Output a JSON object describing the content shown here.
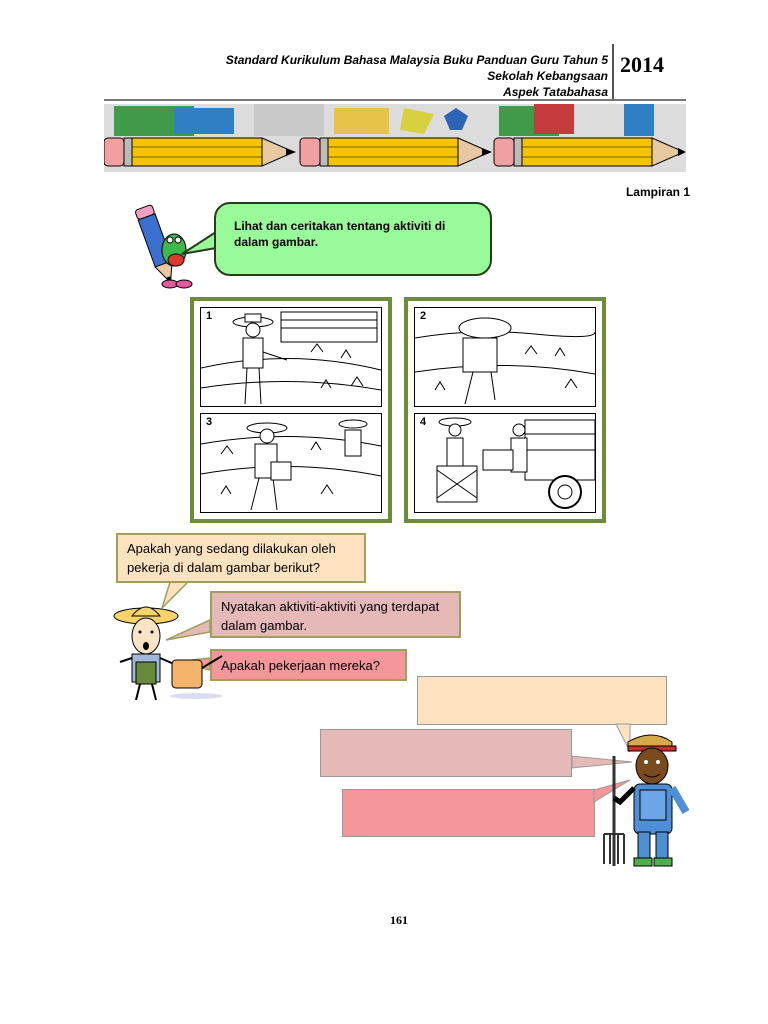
{
  "header": {
    "line1": "Standard Kurikulum Bahasa Malaysia Buku Panduan Guru Tahun 5",
    "line2": "Sekolah Kebangsaan",
    "line3": "Aspek Tatabahasa",
    "year": "2014"
  },
  "lampiran": "Lampiran 1",
  "instruction": "Lihat dan ceritakan tentang  aktiviti di dalam gambar.",
  "panels": [
    "1",
    "2",
    "3",
    "4"
  ],
  "questions": {
    "q1": "Apakah yang sedang dilakukan oleh pekerja di dalam gambar berikut?",
    "q2": "Nyatakan aktiviti-aktiviti yang terdapat dalam gambar.",
    "q3": "Apakah pekerjaan mereka?"
  },
  "answer_boxes": [
    "",
    "",
    ""
  ],
  "colors": {
    "bubble_green": "#98fa98",
    "panel_border": "#6c8c3c",
    "peach": "#fde2c0",
    "dusty_pink": "#e5b9b8",
    "salmon": "#f4969a",
    "pencil_yellow": "#f5c400"
  },
  "page_number": "161"
}
